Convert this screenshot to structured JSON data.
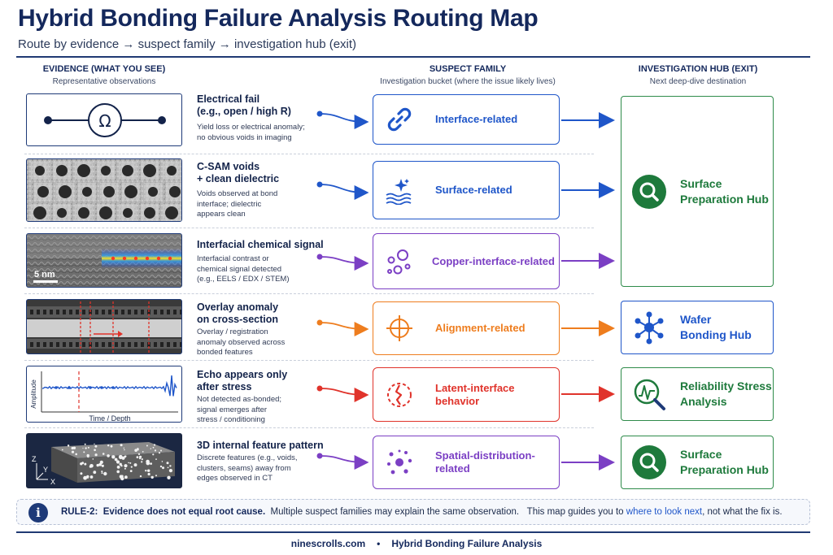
{
  "header": {
    "title": "Hybrid Bonding Failure Analysis Routing Map",
    "subtitle": "Route by evidence → suspect family → investigation hub (exit)"
  },
  "columns": {
    "evidence": {
      "title": "EVIDENCE (WHAT YOU SEE)",
      "subtitle": "Representative observations"
    },
    "suspect": {
      "title": "SUSPECT FAMILY",
      "subtitle": "Investigation bucket (where the issue likely lives)"
    },
    "hub": {
      "title": "INVESTIGATION HUB (EXIT)",
      "subtitle": "Next deep-dive destination"
    }
  },
  "rows": [
    {
      "evidence_title": "Electrical fail\n(e.g., open / high R)",
      "evidence_desc": "Yield loss or electrical anomaly;\nno obvious voids in imaging",
      "image_symbol": "Ω",
      "suspect": "Interface-related",
      "icon": "link-icon",
      "color": "#1f56c9"
    },
    {
      "evidence_title": "C-SAM voids\n+ clean dielectric",
      "evidence_desc": "Voids observed at bond\ninterface; dielectric\nappears clean",
      "suspect": "Surface-related",
      "icon": "sparkle-waves-icon",
      "color": "#1f56c9"
    },
    {
      "evidence_title": "Interfacial chemical signal",
      "evidence_desc": "Interfacial contrast or\nchemical signal detected\n(e.g., EELS / EDX / STEM)",
      "image_scale": "5 nm",
      "suspect": "Copper-interface-related",
      "icon": "bubbles-icon",
      "color": "#7b3fc4"
    },
    {
      "evidence_title": "Overlay anomaly\non cross-section",
      "evidence_desc": "Overlay / registration\nanomaly observed across\nbonded features",
      "suspect": "Alignment-related",
      "icon": "crosshair-icon",
      "color": "#ee7d1e"
    },
    {
      "evidence_title": "Echo appears only\nafter stress",
      "evidence_desc": "Not detected as-bonded;\nsignal emerges after\nstress / conditioning",
      "plot_ylabel": "Amplitude",
      "plot_xlabel": "Time / Depth",
      "suspect": "Latent-interface\nbehavior",
      "icon": "crack-icon",
      "color": "#e0332b"
    },
    {
      "evidence_title": "3D internal feature pattern",
      "evidence_desc": "Discrete features (e.g., voids,\nclusters, seams) away from\nedges observed in CT",
      "axes": {
        "z": "Z",
        "y": "Y",
        "x": "X"
      },
      "suspect": "Spatial-distribution-\nrelated",
      "icon": "dots-cluster-icon",
      "color": "#7b3fc4"
    }
  ],
  "hubs": [
    {
      "label": "Surface\nPreparation Hub",
      "icon": "magnifier-icon",
      "color": "#1e7a3c",
      "border": "#2e8b4a"
    },
    {
      "label": "Wafer\nBonding Hub",
      "icon": "network-icon",
      "color": "#1f56c9",
      "border": "#1f56c9"
    },
    {
      "label": "Reliability Stress\nAnalysis",
      "icon": "chart-magnifier-icon",
      "color": "#1e7a3c",
      "border": "#2e8b4a"
    },
    {
      "label": "Surface\nPreparation Hub",
      "icon": "magnifier-icon",
      "color": "#1e7a3c",
      "border": "#2e8b4a"
    }
  ],
  "rule": {
    "icon": "info-icon",
    "prefix": "RULE-2:",
    "bold": "Evidence does not equal root cause.",
    "text1": "Multiple suspect families may explain the same observation.",
    "text2": "This map guides you to",
    "link": "where to look next",
    "text3": ", not what the fix is."
  },
  "footer": {
    "site": "ninescrolls.com",
    "sep": "•",
    "name": "Hybrid Bonding Failure Analysis"
  }
}
